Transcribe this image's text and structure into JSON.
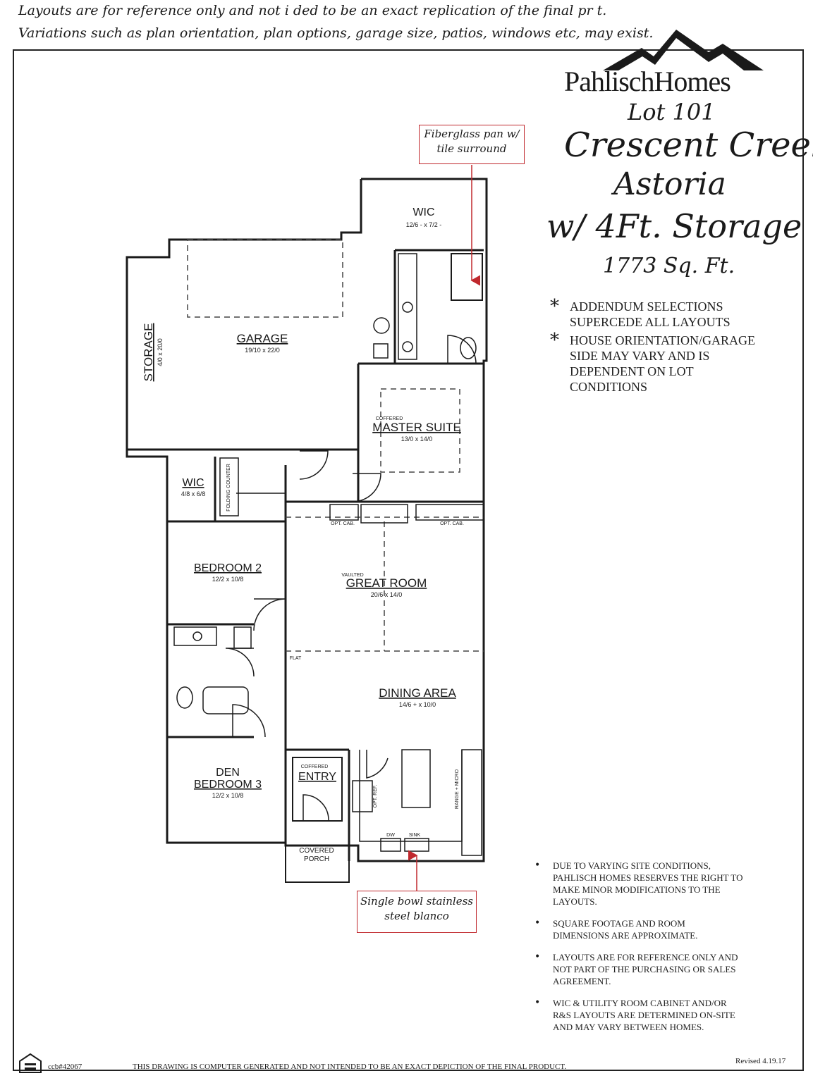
{
  "disclaimer": {
    "line1": "Layouts are for reference only and not i     ded to be an exact replication of the final pr    t.",
    "line2": "Variations such as plan orientation, plan options, garage size, patios, windows etc, may exist."
  },
  "brand": {
    "name": "PahlischHomes"
  },
  "title": {
    "lot": "Lot 101",
    "community": "Crescent Creek",
    "plan": "Astoria",
    "option": "w/ 4Ft. Storage",
    "area": "1773 Sq. Ft."
  },
  "notes": [
    {
      "bullet": "*",
      "lines": [
        "ADDENDUM SELECTIONS",
        "SUPERCEDE ALL LAYOUTS"
      ]
    },
    {
      "bullet": "*",
      "lines": [
        "HOUSE ORIENTATION/GARAGE",
        "SIDE MAY VARY AND IS",
        "DEPENDENT ON LOT",
        "CONDITIONS"
      ]
    }
  ],
  "callouts": {
    "shower": [
      "Fiberglass pan w/",
      "tile surround"
    ],
    "sink": [
      "Single bowl stainless",
      "steel blanco"
    ]
  },
  "rooms": {
    "wic_master": {
      "name": "WIC",
      "dims": "12/6 - x 7/2 -"
    },
    "garage": {
      "name": "GARAGE",
      "dims": "19/10 x 22/0"
    },
    "storage": {
      "name": "STORAGE",
      "dims": "4/0 x 20/0"
    },
    "master": {
      "tag": "COFFERED",
      "name": "MASTER SUITE",
      "dims": "13/0 x 14/0"
    },
    "wic_small": {
      "name": "WIC",
      "dims": "4/8 x 6/8"
    },
    "folding": "FOLDING COUNTER",
    "bedroom2": {
      "name": "BEDROOM 2",
      "dims": "12/2 x 10/8"
    },
    "great": {
      "tag": "VAULTED",
      "name": "GREAT ROOM",
      "dims": "20/6 x 14/0"
    },
    "opt_cab_left": "OPT. CAB.",
    "opt_cab_right": "OPT. CAB.",
    "flat": "FLAT",
    "dining": {
      "name": "DINING AREA",
      "dims": "14/6 + x 10/0"
    },
    "den": {
      "name1": "DEN",
      "name2": "BEDROOM 3",
      "dims": "12/2 x 10/8"
    },
    "entry": {
      "tag": "COFFERED",
      "name": "ENTRY"
    },
    "porch": {
      "name1": "COVERED",
      "name2": "PORCH"
    },
    "ref": "OPT. REF.",
    "range": "RANGE + MICRO",
    "dw": "DW",
    "sink": "SINK"
  },
  "footer_notes": [
    [
      "DUE TO VARYING SITE CONDITIONS,",
      "PAHLISCH HOMES RESERVES THE RIGHT TO",
      "MAKE MINOR MODIFICATIONS TO THE",
      "LAYOUTS."
    ],
    [
      "SQUARE FOOTAGE AND ROOM",
      "DIMENSIONS ARE APPROXIMATE."
    ],
    [
      "LAYOUTS ARE FOR REFERENCE ONLY AND",
      "NOT PART OF THE PURCHASING OR SALES",
      "AGREEMENT."
    ],
    [
      "WIC & UTILITY ROOM CABINET AND/OR",
      "R&S LAYOUTS ARE DETERMINED ON-SITE",
      "AND MAY VARY BETWEEN HOMES."
    ]
  ],
  "footer": {
    "ccb": "ccb#42067",
    "statement": "THIS DRAWING IS COMPUTER GENERATED AND NOT INTENDED TO BE AN EXACT DEPICTION OF THE FINAL PRODUCT.",
    "revised": "Revised 4.19.17"
  },
  "colors": {
    "callout": "#c0282d",
    "ink": "#1a1a1a"
  }
}
